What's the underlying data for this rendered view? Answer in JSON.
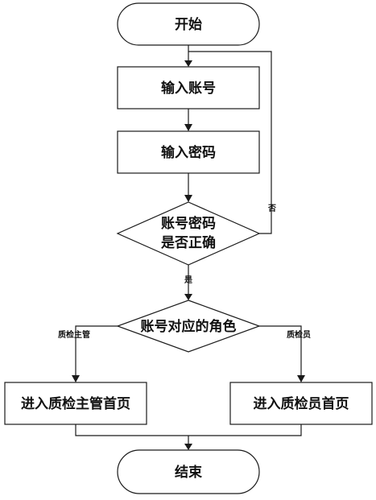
{
  "diagram": {
    "type": "flowchart",
    "nodes": {
      "start": "开始",
      "input_account": "输入账号",
      "input_password": "输入密码",
      "check_line1": "账号密码",
      "check_line2": "是否正确",
      "role_decision": "账号对应的角色",
      "supervisor_home": "进入质检主管首页",
      "inspector_home": "进入质检员首页",
      "end": "结束"
    },
    "edge_labels": {
      "no": "否",
      "yes": "是",
      "supervisor": "质检主管",
      "inspector": "质检员"
    }
  }
}
